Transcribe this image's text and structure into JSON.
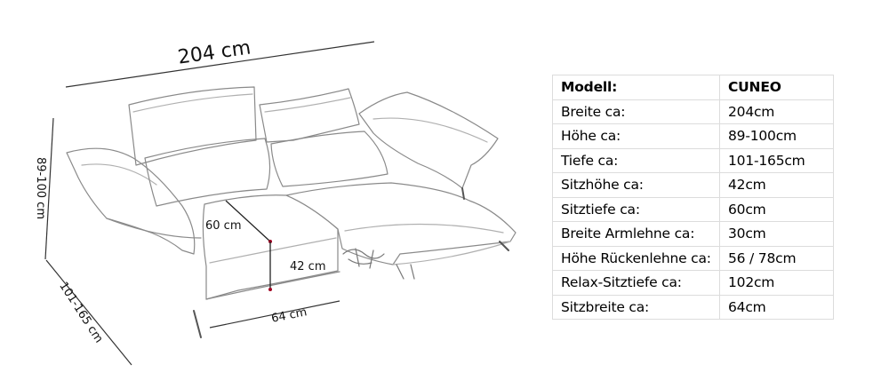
{
  "dimensions": {
    "width_label": "204 cm",
    "height_label": "89-100 cm",
    "depth_label": "101-165 cm",
    "seat_depth_label": "60 cm",
    "seat_height_label": "42 cm",
    "seat_width_label": "64 cm"
  },
  "specs": {
    "header": {
      "label": "Modell:",
      "value": "CUNEO"
    },
    "rows": [
      {
        "label": "Breite ca:",
        "value": "204cm"
      },
      {
        "label": "Höhe ca:",
        "value": "89-100cm"
      },
      {
        "label": "Tiefe ca:",
        "value": "101-165cm"
      },
      {
        "label": "Sitzhöhe ca:",
        "value": "42cm"
      },
      {
        "label": "Sitztiefe ca:",
        "value": "60cm"
      },
      {
        "label": "Breite Armlehne ca:",
        "value": "30cm"
      },
      {
        "label": "Höhe Rückenlehne ca:",
        "value": "56 / 78cm"
      },
      {
        "label": "Relax-Sitztiefe ca:",
        "value": "102cm"
      },
      {
        "label": "Sitzbreite ca:",
        "value": "64cm"
      }
    ]
  }
}
